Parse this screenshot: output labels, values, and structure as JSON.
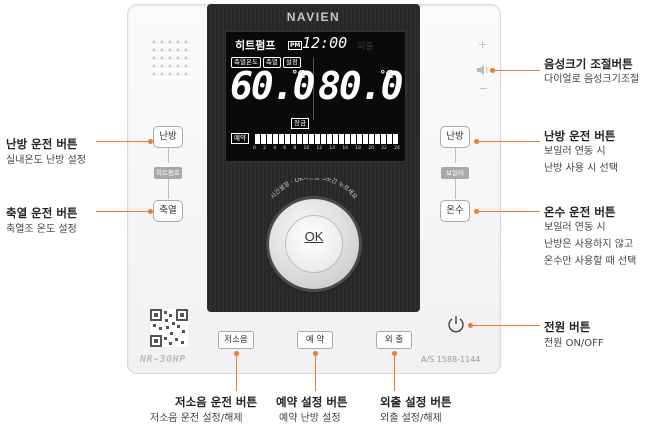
{
  "device": {
    "brand": "NAVIEN",
    "model": "NR-30HP",
    "service": "A/S 1588-1144",
    "volume_plus": "+",
    "volume_minus": "−",
    "dial_label": "OK",
    "dial_arc_text": "시간설정 · OK버튼을 3초간 누르세요"
  },
  "lcd": {
    "title": "히트펌프",
    "ampm": "PM",
    "clock": "12:00",
    "ghost": "외출",
    "modes": [
      "축열온도",
      "축열",
      "설정"
    ],
    "left_temp": "60.0",
    "right_temp": "80.0",
    "unit": "°C",
    "mid_tag": "장금",
    "reserve_tag": "예약",
    "hours": [
      "0",
      "2",
      "4",
      "6",
      "8",
      "10",
      "12",
      "14",
      "16",
      "18",
      "20",
      "22",
      "24"
    ]
  },
  "buttons": {
    "left_top": "난방",
    "left_chip": "히트펌프",
    "left_bottom": "축열",
    "right_top": "난방",
    "right_chip": "보일러",
    "right_bottom": "온수",
    "bottom_quiet": "저소음",
    "bottom_reserve": "예 약",
    "bottom_away": "외 출"
  },
  "callouts": {
    "left_heat": {
      "title": "난방 운전 버튼",
      "desc": [
        "실내온도 난방 설정"
      ]
    },
    "left_storage": {
      "title": "축열 운전 버튼",
      "desc": [
        "축열조 온도 설정"
      ]
    },
    "volume": {
      "title": "음성크기 조절버튼",
      "desc": [
        "다이얼로 음성크기조절"
      ]
    },
    "right_heat": {
      "title": "난방 운전 버튼",
      "desc": [
        "보일러 연동 시",
        "난방 사용 시 선택"
      ]
    },
    "hotwater": {
      "title": "온수 운전 버튼",
      "desc": [
        "보일러 연동 시",
        "난방은 사용하지 않고",
        "온수만 사용할 때 선택"
      ]
    },
    "power": {
      "title": "전원 버튼",
      "desc": [
        "전원 ON/OFF"
      ]
    },
    "quiet": {
      "title": "저소음 운전 버튼",
      "desc": [
        "저소음 운전 설정/해제"
      ]
    },
    "reserve": {
      "title": "예약 설정 버튼",
      "desc": [
        "예약 난방 설정"
      ]
    },
    "away": {
      "title": "외출 설정 버튼",
      "desc": [
        "외출 설정/해제"
      ]
    }
  },
  "colors": {
    "accent": "#f07b2f",
    "face": "#2b2b2b",
    "lcd": "#0a0a0a"
  }
}
